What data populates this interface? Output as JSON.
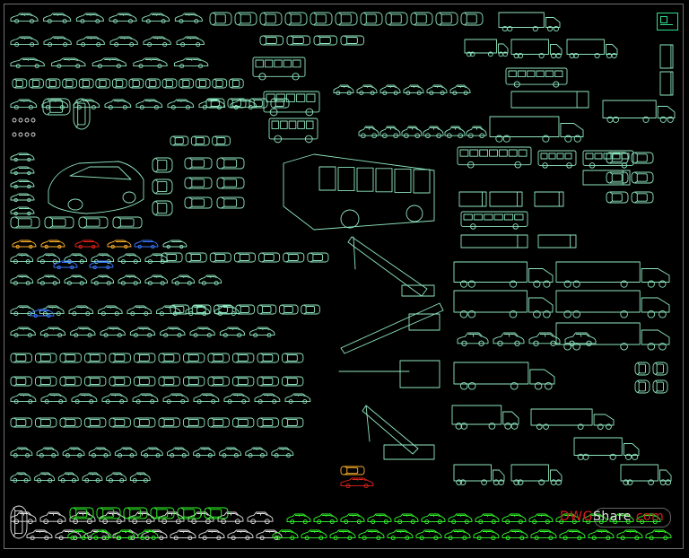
{
  "watermark": {
    "part1": "DWG",
    "part2": "Share",
    "part3": ".com"
  },
  "colors": {
    "background": "#000000",
    "line_main": "#8fe7c0",
    "line_green": "#2ee08e",
    "line_white": "#e6e6e6",
    "bright_green": "#35ff2d",
    "red": "#e8251c",
    "orange": "#ffb22a",
    "blue": "#3a78ff"
  }
}
